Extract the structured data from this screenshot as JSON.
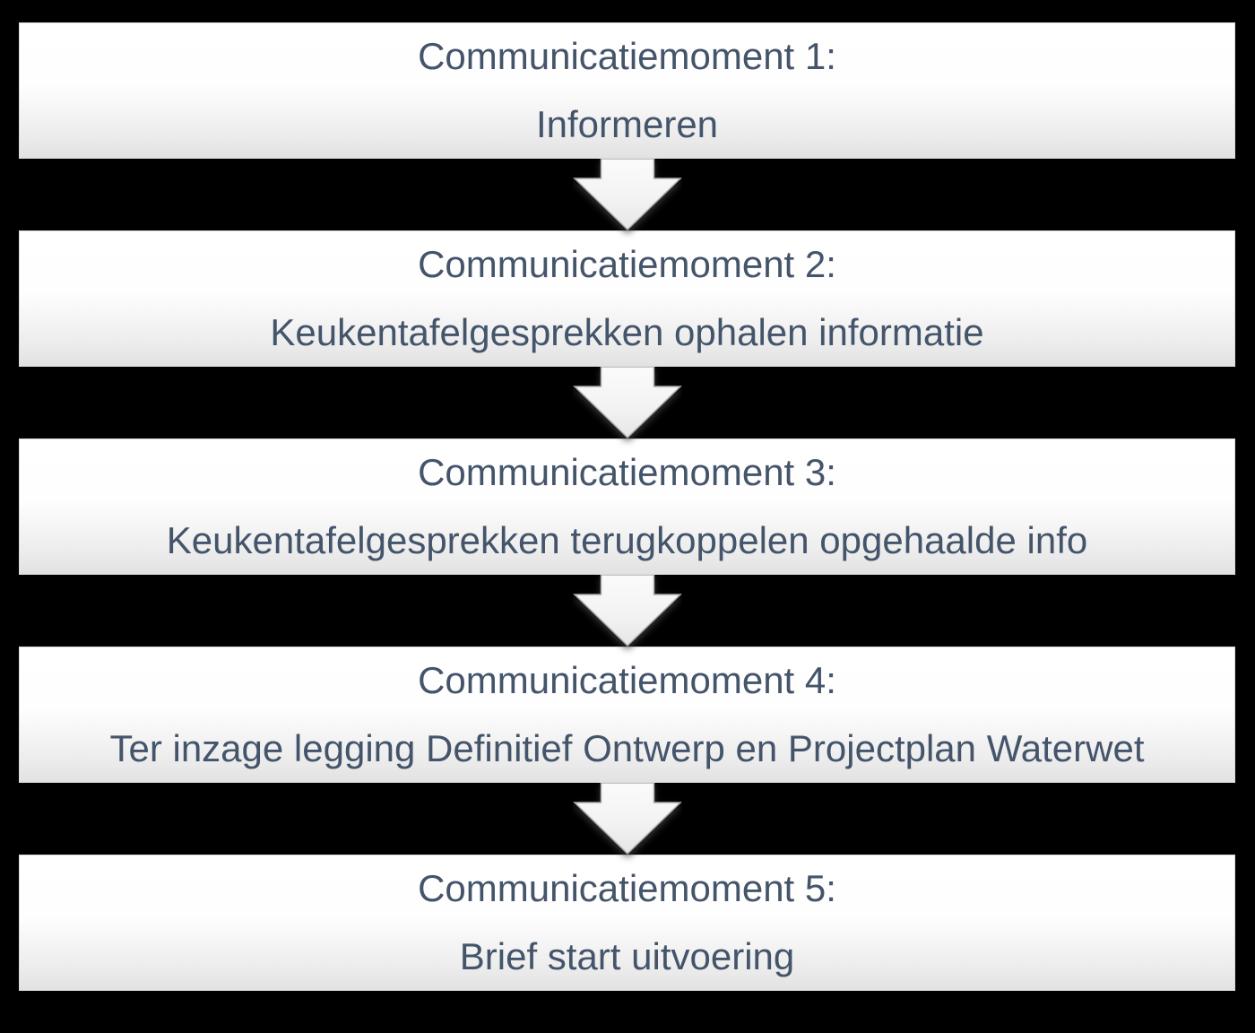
{
  "diagram": {
    "background_color": "#000000",
    "text_color": "#44546A",
    "box_fill_top": "#ffffff",
    "box_fill_bottom": "#e2e2e2",
    "arrow_fill_top": "#fbfbfb",
    "arrow_fill_bottom": "#e6e6e6",
    "steps": [
      {
        "title": "Communicatiemoment 1:",
        "subtitle": "Informeren"
      },
      {
        "title": "Communicatiemoment 2:",
        "subtitle": "Keukentafelgesprekken ophalen informatie"
      },
      {
        "title": "Communicatiemoment 3:",
        "subtitle": "Keukentafelgesprekken terugkoppelen opgehaalde info"
      },
      {
        "title": "Communicatiemoment 4:",
        "subtitle": "Ter inzage legging Definitief Ontwerp en Projectplan Waterwet"
      },
      {
        "title": "Communicatiemoment 5:",
        "subtitle": "Brief start uitvoering"
      }
    ]
  }
}
